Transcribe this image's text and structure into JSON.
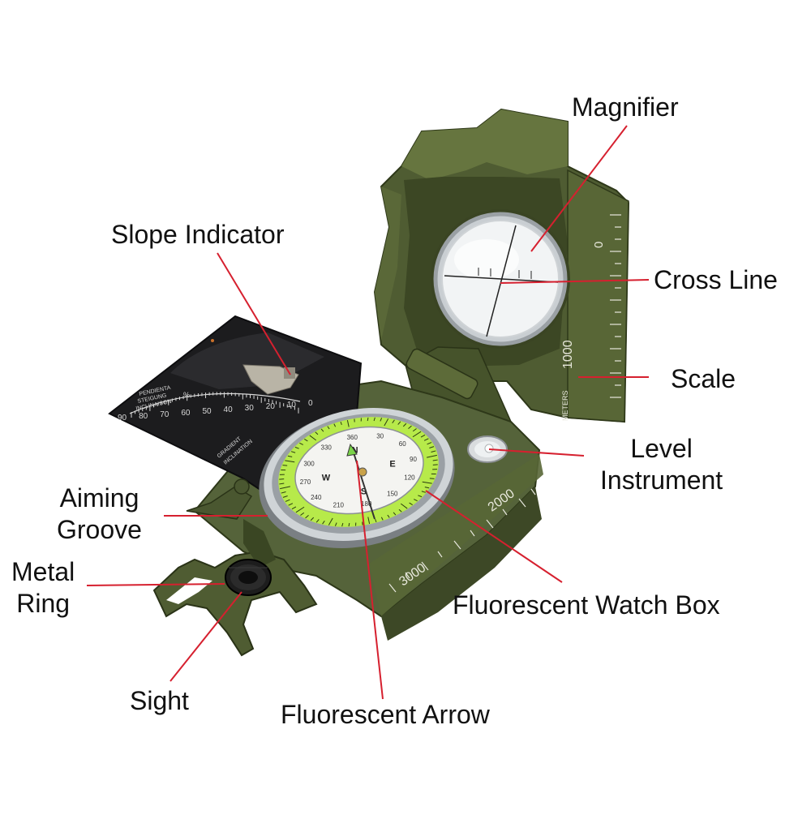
{
  "labels": {
    "magnifier": "Magnifier",
    "slope_indicator": "Slope Indicator",
    "cross_line": "Cross Line",
    "scale": "Scale",
    "level_instrument": [
      "Level",
      "Instrument"
    ],
    "aiming_groove": [
      "Aiming",
      "Groove"
    ],
    "metal_ring": [
      "Metal",
      "Ring"
    ],
    "fluorescent_watch_box": "Fluorescent Watch Box",
    "sight": "Sight",
    "fluorescent_arrow": "Fluorescent Arrow"
  },
  "device": {
    "clinometer_text": [
      "PENDIENTA",
      "STEIGUNG",
      "INCLINAISON"
    ],
    "clinometer_bottom_text": [
      "GRADIENT",
      "INCLINATION"
    ],
    "clinometer_scale": [
      "90",
      "80",
      "70",
      "60",
      "50",
      "40",
      "30",
      "20",
      "10",
      "0"
    ],
    "clinometer_percent": "%",
    "lid_scale_zero": "0",
    "lid_scale_1000": "1000",
    "lid_scale_unit": "METERS",
    "base_scale_2000": "2000",
    "base_scale_3000": "3000",
    "dial_numbers": [
      "360",
      "30",
      "60",
      "90",
      "120",
      "150",
      "180",
      "210",
      "240",
      "270",
      "300",
      "330"
    ],
    "dial_letters": [
      "N",
      "E",
      "S",
      "W"
    ]
  },
  "colors": {
    "callout_line": "#d6202f",
    "olive": "#4d5a30",
    "olive_dark": "#35401f",
    "olive_light": "#6b7a45",
    "luminous": "#b7ea4a",
    "clinometer_black": "#1c1c1e"
  }
}
